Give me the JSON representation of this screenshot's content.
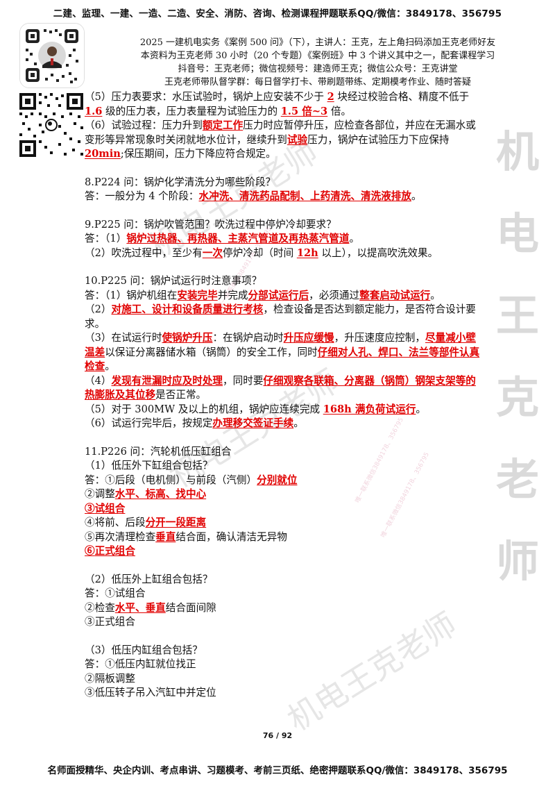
{
  "top_banner": "二建、监理、一建、一造、二造、安全、消防、咨询、检测课程押题联系QQ/微信：3849178、356795",
  "bottom_banner": "名师面授精华、央企内训、考点串讲、习题模考、考前三页纸、绝密押题联系QQ/微信：3849178、356795",
  "page_number": "76 / 92",
  "header": {
    "line1": "2025 一建机电实务《案例 500 问》（下），主讲人：王克，左上角扫码添加王克老师好友",
    "line2": "本资料为王克老师 30 小时（20 个专题）《案例班》中 3 个讲义其中之一，配套课程学习",
    "line3": "抖音号：王克老师；微信视频号：建造师王克；微信公众号：王克讲堂",
    "line4": "王克老师带队督学群：每日督学打卡、带刷题带练、定期模考作业、随时答疑"
  },
  "watermarks": {
    "vertical": [
      "机",
      "电",
      "王",
      "克",
      "老",
      "师"
    ],
    "diag1": "机电王克老师",
    "diag2": "机电王克老师",
    "diag3": "机电王克老师",
    "tiny1": "唯一联系微信3849178、356795",
    "tiny2": "唯一联系微信3849178、356795",
    "tiny3": "唯一联系微信3849178、356795"
  },
  "q7": {
    "p5_a": "（5）压力表要求：水压试验时，锅炉上应安装不少于 ",
    "p5_r1": "2",
    "p5_b": " 块经过校验合格、精度不低于 ",
    "p5_r2": "1.6",
    "p5_c": " 级的压力表，压力表量程为试验压力的 ",
    "p5_r3": "1.5 倍~3",
    "p5_d": " 倍。",
    "p6_a": "（6）试验过程：压力升到",
    "p6_r1": "额定工作",
    "p6_b": "压力时应暂停升压，应检查各部位，并应在无漏水或变形等异常现象时关闭就地水位计，继续升到",
    "p6_r2": "试验",
    "p6_c": "压力，锅炉在试验压力下应保持 ",
    "p6_r3": "20min",
    "p6_d": ";保压期间，压力下降应符合规定。"
  },
  "q8": {
    "question": "8.P224 问：锅炉化学清洗分为哪些阶段？",
    "answer_a": "答：一般分为 4 个阶段：",
    "answer_r": "水冲洗、清洗药品配制、上药清洗、清洗液排放",
    "answer_b": "。"
  },
  "q9": {
    "question": "9.P225 问：锅炉吹管范围？吹洗过程中停炉冷却要求？",
    "a1_a": "答：（1）",
    "a1_r": "锅炉过热器、再热器、主蒸汽管道及再热蒸汽管道",
    "a1_b": "。",
    "a2_a": "（2）吹洗过程中，至少有",
    "a2_r1": "一次",
    "a2_b": "停炉冷却（时间 ",
    "a2_r2": "12h",
    "a2_c": " 以上），以提高吹洗效果。"
  },
  "q10": {
    "question": "10.P225 问：锅炉试运行时注意事项？",
    "a1_a": "答：（1）锅炉机组在",
    "a1_r1": "安装完毕",
    "a1_b": "并完成",
    "a1_r2": "分部试运行后",
    "a1_c": "，必须通过",
    "a1_r3": "整套启动试运行",
    "a1_d": "。",
    "a2_a": "（2）",
    "a2_r": "对施工、设计和设备质量进行考核",
    "a2_b": "，检查设备是否达到额定能力，是否符合设计要求。",
    "a3_a": "（3）在试运行时",
    "a3_r1": "使锅炉升压",
    "a3_b": "：在锅炉启动时",
    "a3_r2": "升压应缓慢",
    "a3_c": "，升压速度应控制，",
    "a3_r3": "尽量减小壁温差",
    "a3_d": "以保证分离器储水箱（锅筒）的安全工作，同时",
    "a3_r4": "仔细对人孔、焊口、法兰等部件认真检查",
    "a3_e": "。",
    "a4_a": "（4）",
    "a4_r1": "发现有泄漏时应及时处理",
    "a4_b": "，同时要",
    "a4_r2": "仔细观察各联箱、分离器（锅筒）钢架支架等的热膨胀及其位移",
    "a4_c": "是否正常。",
    "a5_a": "（5）对于 300MW 及以上的机组，锅炉应连续完成 ",
    "a5_r": "168h 满负荷试运行",
    "a5_b": "。",
    "a6_a": "（6）试运行完毕后，按规定",
    "a6_r": "办理移交签证手续",
    "a6_b": "。"
  },
  "q11": {
    "question": "11.P226 问：汽轮机低压缸组合",
    "sub1": "（1）低压外下缸组合包括？",
    "s1_l1_a": "答：①后段（电机侧）与前段（汽侧）",
    "s1_l1_r": "分别就位",
    "s1_l2_a": "②调整",
    "s1_l2_r": "水平、标高、找中心",
    "s1_l3_a": "③",
    "s1_l3_r": "试组合",
    "s1_l4_a": "④将前、后段",
    "s1_l4_r": "分开一段距离",
    "s1_l5_a": "⑤再次清理检查",
    "s1_l5_r": "垂直",
    "s1_l5_b": "结合面，确认清洁无异物",
    "s1_l6_a": "⑥",
    "s1_l6_r": "正式组合",
    "sub2": "（2）低压外上缸组合包括？",
    "s2_l1": "答：①试组合",
    "s2_l2_a": "②检查",
    "s2_l2_r": "水平、垂直",
    "s2_l2_b": "结合面间隙",
    "s2_l3": "③正式组合",
    "sub3": "（3）低压内缸组合包括？",
    "s3_l1": "答：①低压内缸就位找正",
    "s3_l2": "②隔板调整",
    "s3_l3": "③低压转子吊入汽缸中并定位"
  }
}
